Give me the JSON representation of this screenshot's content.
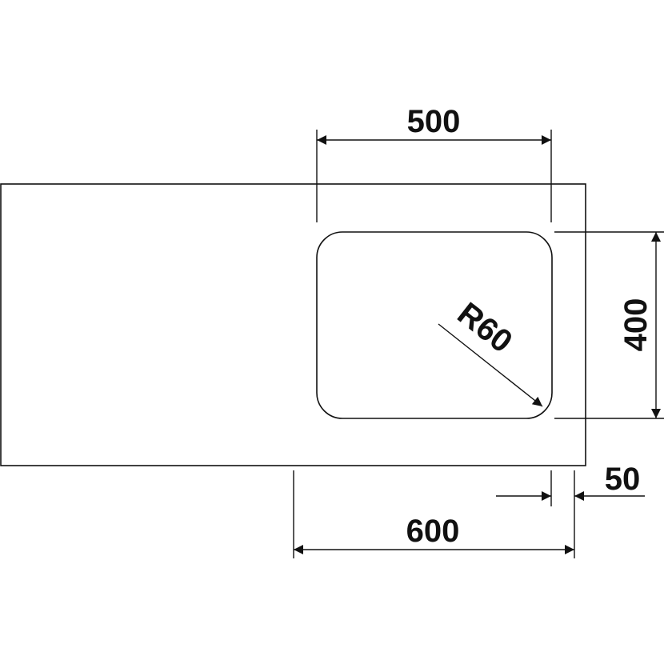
{
  "dimensions": {
    "bowl_width": "500",
    "bowl_depth": "400",
    "corner_radius": "R60",
    "edge_offset": "50",
    "cabinet_width": "600"
  },
  "colors": {
    "line": "#111111",
    "background": "#ffffff"
  }
}
